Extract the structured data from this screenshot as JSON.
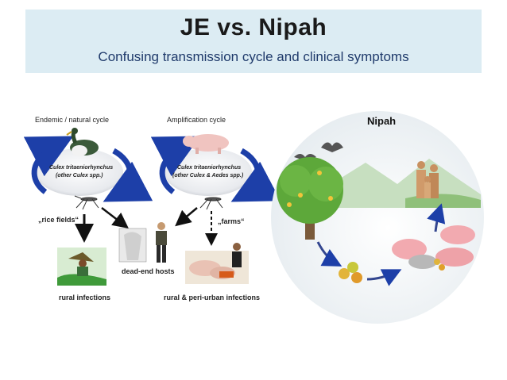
{
  "slide": {
    "title": "JE vs. Nipah",
    "subtitle": "Confusing transmission cycle and clinical symptoms"
  },
  "je_diagram": {
    "endemic_label": "Endemic / natural cycle",
    "amplification_label": "Amplification cycle",
    "endemic_vector_line1": "Culex tritaeniorhynchus",
    "endemic_vector_line2": "(other Culex spp.)",
    "amplification_vector_line1": "Culex tritaeniorhynchus",
    "amplification_vector_line2": "(other Culex & Aedes spp.)",
    "rice_fields_label": "„rice fields“",
    "farms_label": "„farms“",
    "dead_end_label": "dead-end hosts",
    "rural_label": "rural infections",
    "periurban_label": "rural & peri-urban infections"
  },
  "nipah_diagram": {
    "label": "Nipah"
  },
  "colors": {
    "header_bg": "#dcecf3",
    "arrow_blue": "#1d3fa8",
    "subtitle": "#1f3a6b"
  }
}
